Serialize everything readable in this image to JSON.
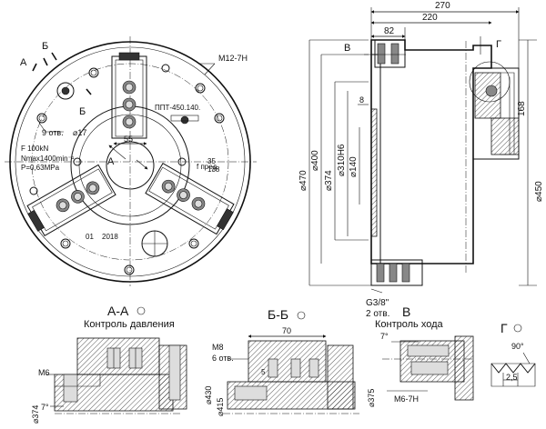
{
  "front_view": {
    "label_A": "А",
    "label_A_arrow": "А",
    "label_B1": "Б",
    "label_B2": "Б",
    "thread_callout": "M12-7H",
    "holes_callout": "9 отв.",
    "holes_dia": "⌀17",
    "jaw_gap": "55",
    "model": "ППТ-450.140.",
    "specs_line1": "F 100kN",
    "specs_line2": "Nmax1400min⁻¹",
    "specs_line3": "P=0,63MPa",
    "stroke_text1": "35",
    "stroke_text2": "138",
    "rpm_text": "f пред.",
    "serial1": "01",
    "serial2": "2018"
  },
  "side_view": {
    "dim_270": "270",
    "dim_220": "220",
    "dim_82": "82",
    "dim_8": "8",
    "dim_168": "168",
    "dim_470": "⌀470",
    "dim_400": "⌀400",
    "dim_374": "⌀374",
    "dim_310": "⌀310H6",
    "dim_140": "⌀140",
    "dim_450": "⌀450",
    "label_V": "В",
    "label_G": "Г",
    "thread_note1": "G3/8\"",
    "thread_note2": "2 отв."
  },
  "section_AA": {
    "title": "А-А",
    "subtitle": "Контроль давления",
    "m6": "M6",
    "angle": "7°",
    "dia": "⌀374"
  },
  "section_BB": {
    "title": "Б-Б",
    "m8": "M8",
    "holes": "6 отв.",
    "dim70": "70",
    "dim5": "5",
    "dia430": "⌀430",
    "dia415": "⌀415"
  },
  "detail_V": {
    "title": "В",
    "subtitle": "Контроль хода",
    "angle": "7°",
    "dia": "⌀375",
    "thread": "M6-7H"
  },
  "detail_G": {
    "title": "Г",
    "angle": "90°",
    "pitch": "2,5"
  }
}
